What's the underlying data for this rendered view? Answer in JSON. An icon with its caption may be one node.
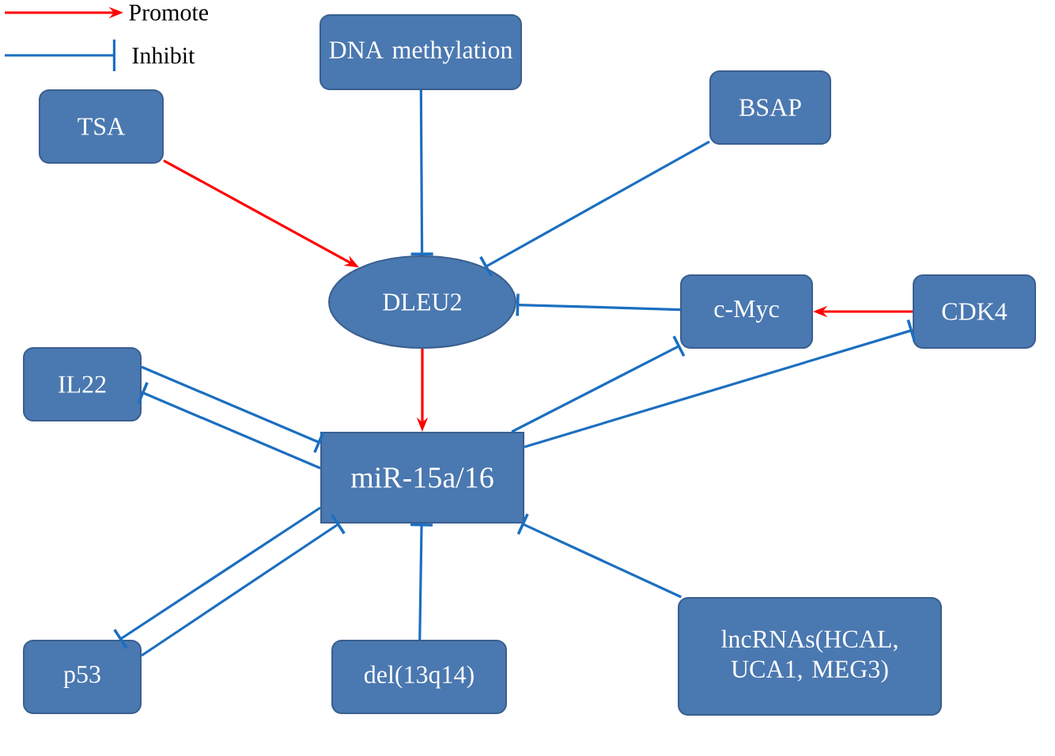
{
  "diagram": {
    "nodes": [
      {
        "text": [
          "DNA methylation"
        ]
      },
      {
        "text": [
          "TSA"
        ]
      },
      {
        "text": [
          "BSAP"
        ]
      },
      {
        "text": [
          "DLEU2"
        ]
      },
      {
        "text": [
          "c-Myc"
        ]
      },
      {
        "text": [
          "CDK4"
        ]
      },
      {
        "text": [
          "IL22"
        ]
      },
      {
        "text": [
          "miR-15a/16"
        ]
      },
      {
        "text": [
          "p53"
        ]
      },
      {
        "text": [
          "del(13q14)"
        ]
      },
      {
        "text": [
          "lncRNAs(HCAL, UCA1, MEG3)"
        ]
      }
    ],
    "edges": [
      {
        "from": 1,
        "to": 3,
        "arrow": "to",
        "color": "#ff0000"
      },
      {
        "from": 0,
        "to": 3,
        "arrow": "other"
      },
      {
        "from": 2,
        "to": 3,
        "arrow": "other"
      },
      {
        "from": 4,
        "to": 3,
        "arrow": "other"
      },
      {
        "from": 5,
        "to": 4,
        "arrow": "to",
        "color": "#ff0000"
      },
      {
        "from": 3,
        "to": 7,
        "arrow": "to",
        "color": "#ff0000"
      },
      {
        "from": 6,
        "to": 7,
        "arrow": "other"
      },
      {
        "from": 7,
        "to": 6,
        "arrow": "other"
      },
      {
        "from": 7,
        "to": 4,
        "arrow": "other"
      },
      {
        "from": 7,
        "to": 5,
        "arrow": "other"
      },
      {
        "from": 7,
        "to": 8,
        "arrow": "other"
      },
      {
        "from": 8,
        "to": 7,
        "arrow": "other"
      },
      {
        "from": 9,
        "to": 7,
        "arrow": "other"
      },
      {
        "from": 10,
        "to": 7,
        "arrow": "other"
      }
    ],
    "legend": [
      {
        "text": "Promote"
      },
      {
        "text": "Inhibit"
      }
    ]
  }
}
